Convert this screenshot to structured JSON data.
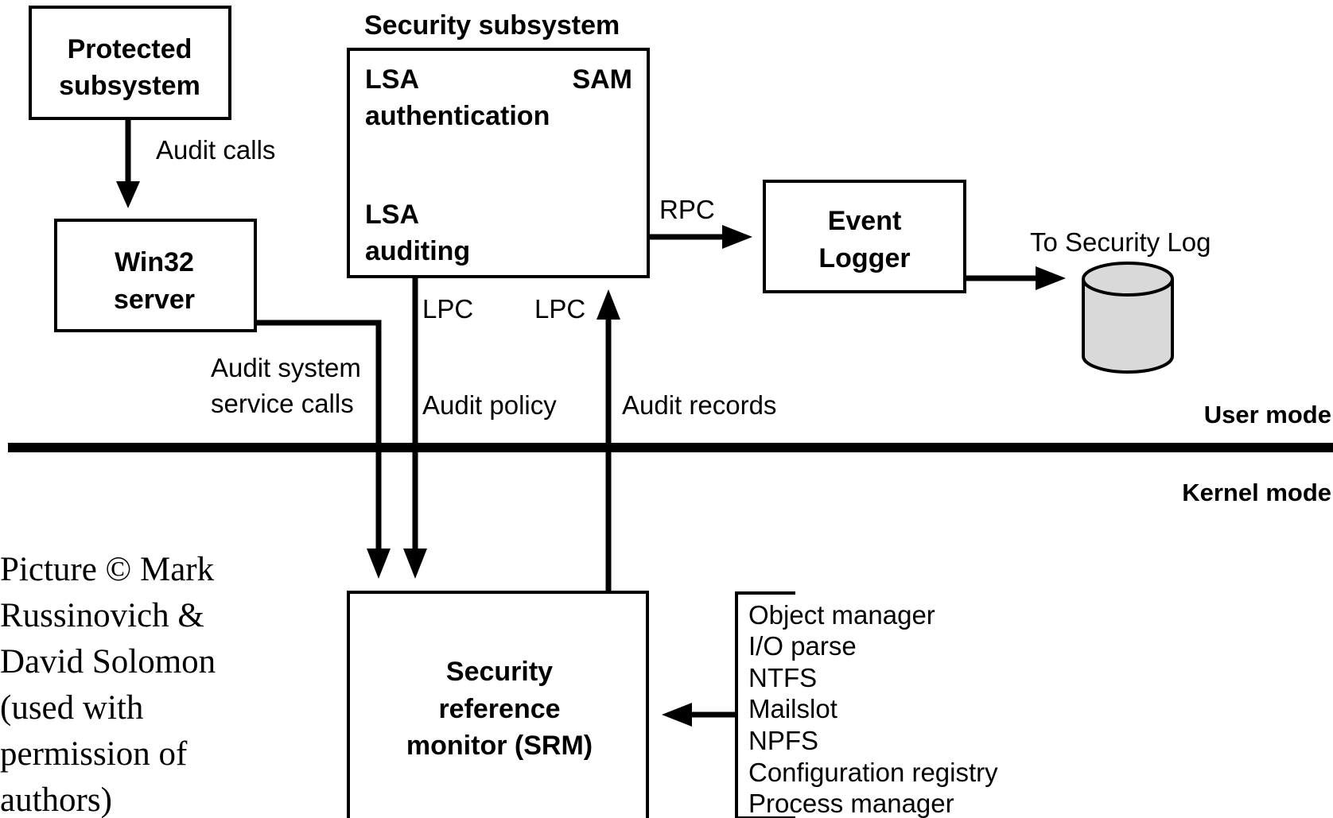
{
  "nodes": {
    "protected_subsystem": [
      "Protected",
      "subsystem"
    ],
    "win32_server": [
      "Win32",
      "server"
    ],
    "security_subsystem_title": "Security subsystem",
    "lsa_authentication": [
      "LSA",
      "authentication"
    ],
    "sam": "SAM",
    "lsa_auditing": [
      "LSA",
      "auditing"
    ],
    "event_logger": [
      "Event",
      "Logger"
    ],
    "srm": [
      "Security",
      "reference",
      "monitor (SRM)"
    ],
    "security_log_label": "To Security Log"
  },
  "edge_labels": {
    "audit_calls": "Audit calls",
    "rpc": "RPC",
    "lpc_left": "LPC",
    "lpc_right": "LPC",
    "audit_system_service_calls": [
      "Audit system",
      "service calls"
    ],
    "audit_policy": "Audit policy",
    "audit_records": "Audit records"
  },
  "modes": {
    "user_mode": "User mode",
    "kernel_mode": "Kernel mode"
  },
  "kernel_components": [
    "Object manager",
    "I/O parse",
    "NTFS",
    "Mailslot",
    "NPFS",
    "Configuration registry",
    "Process manager"
  ],
  "credit": [
    "Picture © Mark",
    "Russinovich &",
    "David Solomon",
    "(used with",
    "permission of",
    "authors)"
  ],
  "colors": {
    "stroke": "#000000",
    "background": "#ffffff",
    "cylinder_fill": "#d9d9d9"
  }
}
